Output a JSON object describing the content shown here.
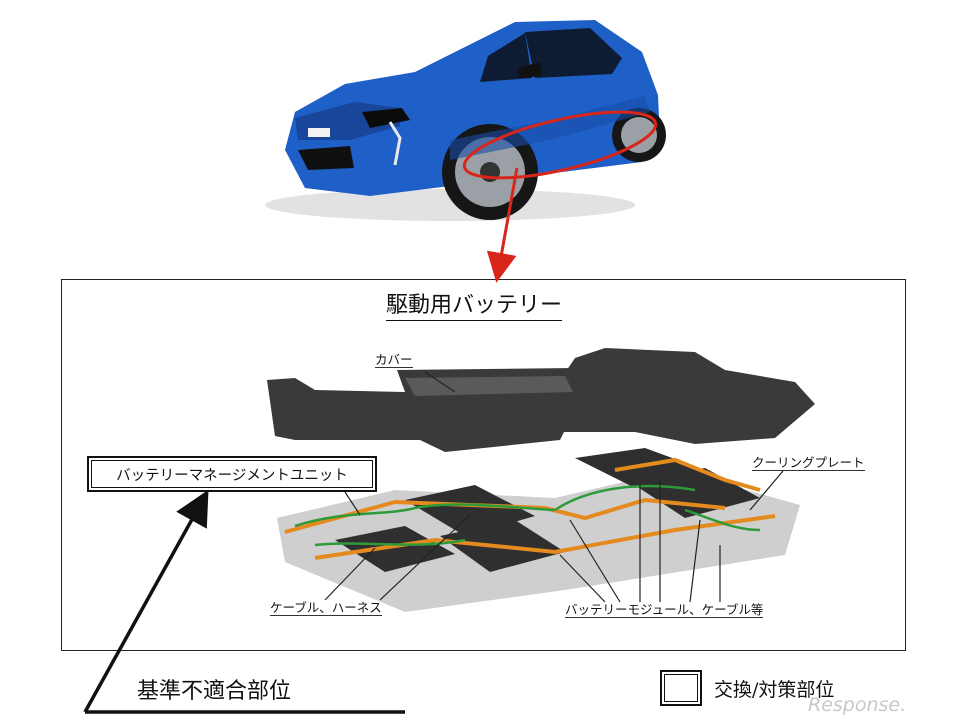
{
  "car": {
    "icon": "peugeot-e208-blue-car-illustration"
  },
  "battery_section": {
    "title": "駆動用バッテリー",
    "icon": "battery-pack-exploded-illustration"
  },
  "labels": {
    "cover": "カバー",
    "cooling_plate": "クーリングプレート",
    "cable_harness": "ケーブル、ハーネス",
    "battery_module": "バッテリーモジュール、ケーブル等",
    "bmu": "バッテリーマネージメントユニット"
  },
  "legend": {
    "nonconforming": "基準不適合部位",
    "replacement": "交換/対策部位"
  },
  "watermark": "Response.",
  "colors": {
    "car_body": "#1f5fc8",
    "highlight_ring": "#d8261b",
    "battery_frame_orange": "#e58a1f",
    "battery_cable_green": "#2e9a3a",
    "battery_cover_dark": "#3a3a3a"
  }
}
